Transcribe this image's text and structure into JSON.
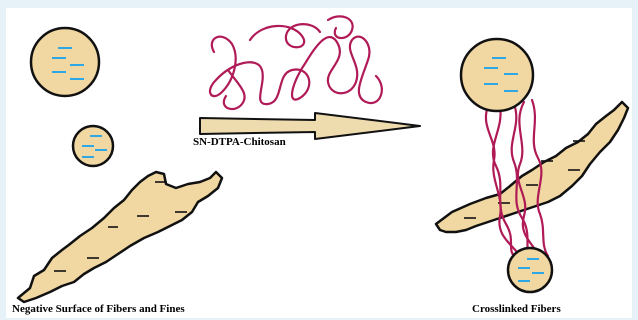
{
  "labels": {
    "reagent": "SN-DTPA-Chitosan",
    "left_caption": "Negative Surface of Fibers and Fines",
    "right_caption": "Crosslinked Fibers"
  },
  "colors": {
    "background": "#e6f1f8",
    "panel": "#ffffff",
    "particle_fill": "#f1d7a1",
    "outline": "#111111",
    "negative_charge": "#2ea7e6",
    "polymer": "#b01a57",
    "arrow_fill": "#efdcae"
  },
  "icons": {
    "negative_charge": "dash",
    "fiber_surface_mark": "dash"
  }
}
